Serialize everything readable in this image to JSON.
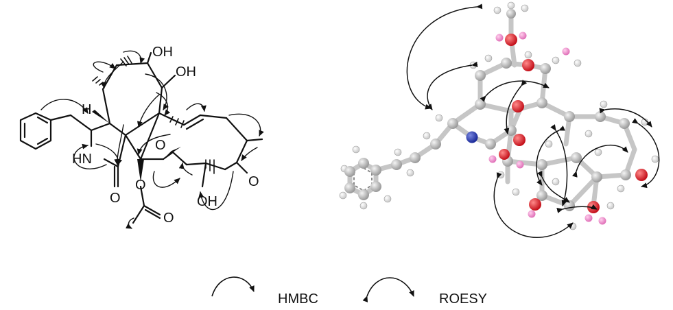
{
  "structure_2d": {
    "atom_labels": {
      "oh_top": "OH",
      "oh_right": "OH",
      "h": "H",
      "hn": "HN",
      "o_ring": "O",
      "o_lactam": "O",
      "o_acetoxy": "O",
      "o_acetyl": "O",
      "oh_bottom": "OH",
      "o_ketone": "O"
    }
  },
  "legend": {
    "hmbc_label": "HMBC",
    "roesy_label": "ROESY"
  },
  "colors": {
    "bond": "#111111",
    "carbon": "#b8b8b8",
    "oxygen": "#e8202a",
    "nitrogen": "#2233aa",
    "hydrogen": "#f0f0f0",
    "hydrogen_on_heteroatom": "#f08ac8",
    "stick": "#c9c9c9"
  }
}
